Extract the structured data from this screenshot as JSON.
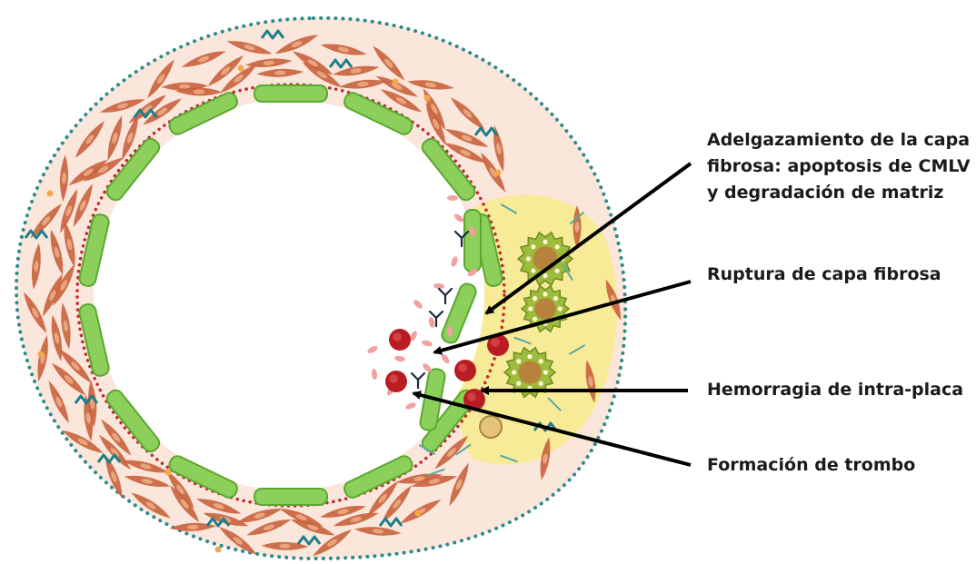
{
  "labels": {
    "thinning": {
      "line1": "Adelgazamiento de la capa",
      "line2": "fibrosa: apoptosis de CMLV",
      "line3": "y degradación de matriz"
    },
    "rupture": "Ruptura de capa fibrosa",
    "hemorrhage": "Hemorragia de intra-placa",
    "thrombus": "Formación de trombo"
  },
  "colors": {
    "adventitia_fill": "#fbe6dc",
    "outer_dots": "#2e8b8b",
    "inner_dots": "#c0282d",
    "endothelium_fill": "#8ccf5a",
    "endothelium_stroke": "#5aa832",
    "smooth_muscle_cell": "#c8623c",
    "plaque_fill": "#f6eb8c",
    "red_blood_cell": "#b81d24",
    "platelet": "#f2a0a0",
    "foam_cell": "#9dbb3c",
    "arrow": "#000000"
  },
  "icons": [
    "smooth-muscle-cell-icon",
    "collagen-fiber-icon",
    "foam-cell-icon",
    "red-blood-cell-icon",
    "platelet-icon",
    "antibody-icon"
  ]
}
